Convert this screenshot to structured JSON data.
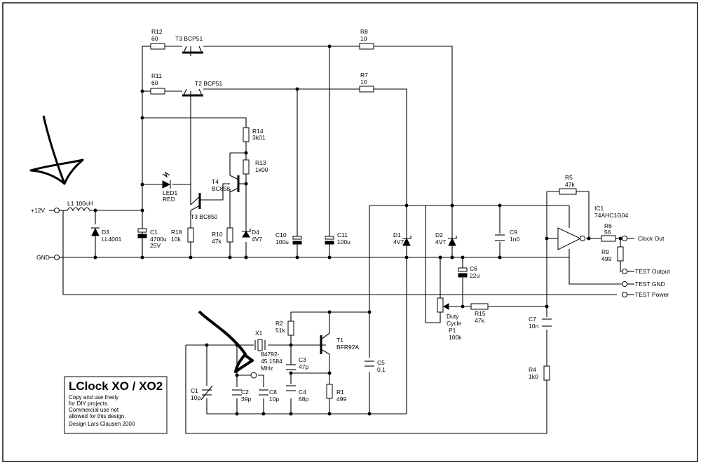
{
  "title": "LClock XO / XO2",
  "notes": [
    "Copy and use freely",
    "for DIY projects.",
    "Commercial use not",
    "allowed for this design.",
    "Design Lars Clausen 2000"
  ],
  "ports": {
    "v12": "+12V",
    "gnd": "GND",
    "clock_out": "Clock Out",
    "test_output": "TEST Output",
    "test_gnd": "TEST GND",
    "test_power": "TEST Power"
  },
  "labels": {
    "r12": [
      "R12",
      "60"
    ],
    "r11": [
      "R11",
      "60"
    ],
    "r8": [
      "R8",
      "10"
    ],
    "r7": [
      "R7",
      "10"
    ],
    "t3a": "T3 BCP51",
    "t2": "T2 BCP51",
    "r14": [
      "R14",
      "3k01"
    ],
    "r13": [
      "R13",
      "1k00"
    ],
    "t4": [
      "T4",
      "BC858"
    ],
    "led1": [
      "LED1",
      "RED"
    ],
    "t3b": "T3 BC850",
    "l1": "L1 100uH",
    "d3": [
      "D3",
      "LL4001"
    ],
    "c1": [
      "C1",
      "4700u",
      "25V"
    ],
    "r18": [
      "R18",
      "10k"
    ],
    "r10": [
      "R10",
      "47k"
    ],
    "d4": [
      "D4",
      "4V7"
    ],
    "c10": [
      "C10",
      "100u"
    ],
    "c11": [
      "C11",
      "100u"
    ],
    "d1": [
      "D1",
      "4V7"
    ],
    "d2": [
      "D2",
      "4V7"
    ],
    "c9": [
      "C9",
      "1n0"
    ],
    "r5": [
      "R5",
      "47k"
    ],
    "ic1": [
      "IC1",
      "74AHC1G04"
    ],
    "r6": [
      "R6",
      "56"
    ],
    "r9": [
      "R9",
      "499"
    ],
    "c6": [
      "C6",
      "22u"
    ],
    "p1": [
      "Duty",
      "Cycle",
      "P1",
      "100k"
    ],
    "r15": [
      "R15",
      "47k"
    ],
    "c7": [
      "C7",
      "10n"
    ],
    "r4": [
      "R4",
      "1k0"
    ],
    "r2": [
      "R2",
      "51k"
    ],
    "t1": [
      "T1",
      "BFR92A"
    ],
    "x1": [
      "X1",
      "84792-",
      "45.1584",
      "MHz"
    ],
    "c3": [
      "C3",
      "47p"
    ],
    "c4": [
      "C4",
      "68p"
    ],
    "r1": [
      "R1",
      "499"
    ],
    "c5": [
      "C5",
      "0.1"
    ],
    "c1b": [
      "C1",
      "10p"
    ],
    "c2": [
      "C2",
      "39p"
    ],
    "c8": [
      "C8",
      "10p"
    ]
  },
  "colors": {
    "ink": "#000000",
    "paper": "#ffffff"
  }
}
